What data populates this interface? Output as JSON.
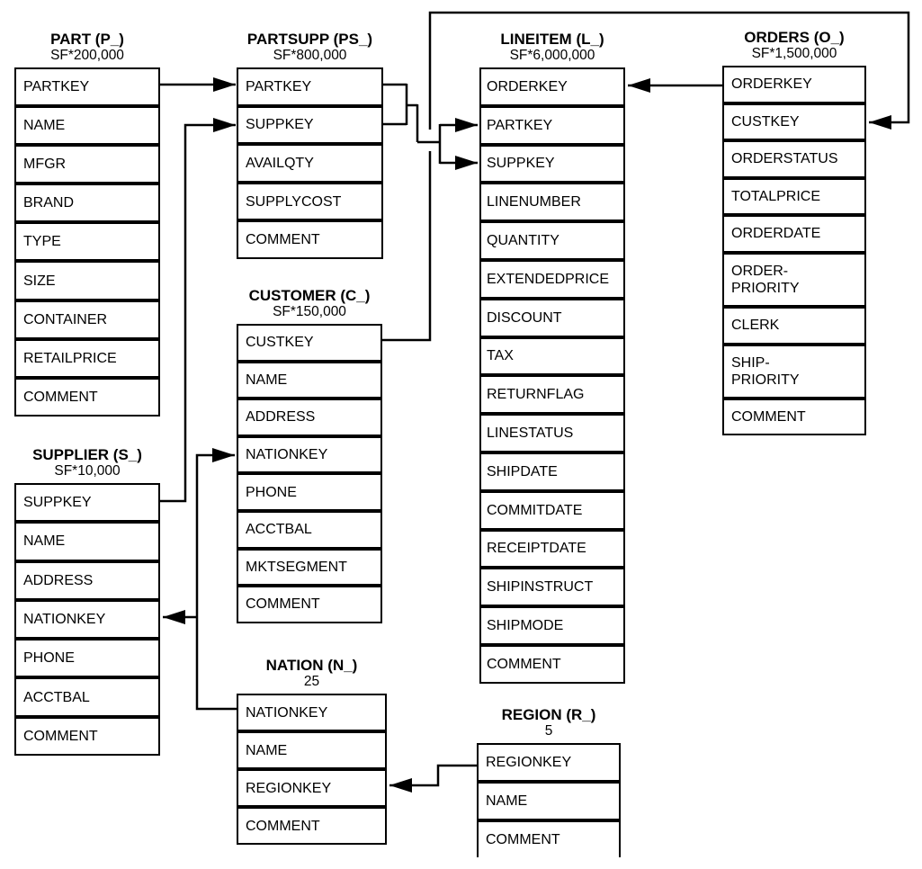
{
  "colors": {
    "line": "#000000",
    "background": "#ffffff",
    "text": "#000000"
  },
  "tables": {
    "part": {
      "title": "PART (P_)",
      "cardinality": "SF*200,000",
      "fields": [
        "PARTKEY",
        "NAME",
        "MFGR",
        "BRAND",
        "TYPE",
        "SIZE",
        "CONTAINER",
        "RETAILPRICE",
        "COMMENT"
      ]
    },
    "partsupp": {
      "title": "PARTSUPP (PS_)",
      "cardinality": "SF*800,000",
      "fields": [
        "PARTKEY",
        "SUPPKEY",
        "AVAILQTY",
        "SUPPLYCOST",
        "COMMENT"
      ]
    },
    "lineitem": {
      "title": "LINEITEM (L_)",
      "cardinality": "SF*6,000,000",
      "fields": [
        "ORDERKEY",
        "PARTKEY",
        "SUPPKEY",
        "LINENUMBER",
        "QUANTITY",
        "EXTENDEDPRICE",
        "DISCOUNT",
        "TAX",
        "RETURNFLAG",
        "LINESTATUS",
        "SHIPDATE",
        "COMMITDATE",
        "RECEIPTDATE",
        "SHIPINSTRUCT",
        "SHIPMODE",
        "COMMENT"
      ]
    },
    "orders": {
      "title": "ORDERS (O_)",
      "cardinality": "SF*1,500,000",
      "fields": [
        "ORDERKEY",
        "CUSTKEY",
        "ORDERSTATUS",
        "TOTALPRICE",
        "ORDERDATE",
        "ORDER-\nPRIORITY",
        "CLERK",
        "SHIP-\nPRIORITY",
        "COMMENT"
      ]
    },
    "supplier": {
      "title": "SUPPLIER (S_)",
      "cardinality": "SF*10,000",
      "fields": [
        "SUPPKEY",
        "NAME",
        "ADDRESS",
        "NATIONKEY",
        "PHONE",
        "ACCTBAL",
        "COMMENT"
      ]
    },
    "customer": {
      "title": "CUSTOMER (C_)",
      "cardinality": "SF*150,000",
      "fields": [
        "CUSTKEY",
        "NAME",
        "ADDRESS",
        "NATIONKEY",
        "PHONE",
        "ACCTBAL",
        "MKTSEGMENT",
        "COMMENT"
      ]
    },
    "nation": {
      "title": "NATION (N_)",
      "cardinality": "25",
      "fields": [
        "NATIONKEY",
        "NAME",
        "REGIONKEY",
        "COMMENT"
      ]
    },
    "region": {
      "title": "REGION (R_)",
      "cardinality": "5",
      "fields": [
        "REGIONKEY",
        "NAME",
        "COMMENT"
      ]
    }
  },
  "relations": [
    {
      "from": "PART.PARTKEY",
      "to": "PARTSUPP.PARTKEY"
    },
    {
      "from": "SUPPLIER.SUPPKEY",
      "to": "PARTSUPP.SUPPKEY"
    },
    {
      "from": "PARTSUPP.PARTKEY",
      "to": "LINEITEM.PARTKEY"
    },
    {
      "from": "PARTSUPP.SUPPKEY",
      "to": "LINEITEM.SUPPKEY"
    },
    {
      "from": "ORDERS.ORDERKEY",
      "to": "LINEITEM.ORDERKEY"
    },
    {
      "from": "CUSTOMER.CUSTKEY",
      "to": "ORDERS.CUSTKEY"
    },
    {
      "from": "NATION.NATIONKEY",
      "to": "CUSTOMER.NATIONKEY"
    },
    {
      "from": "NATION.NATIONKEY",
      "to": "SUPPLIER.NATIONKEY"
    },
    {
      "from": "REGION.REGIONKEY",
      "to": "NATION.REGIONKEY"
    }
  ]
}
